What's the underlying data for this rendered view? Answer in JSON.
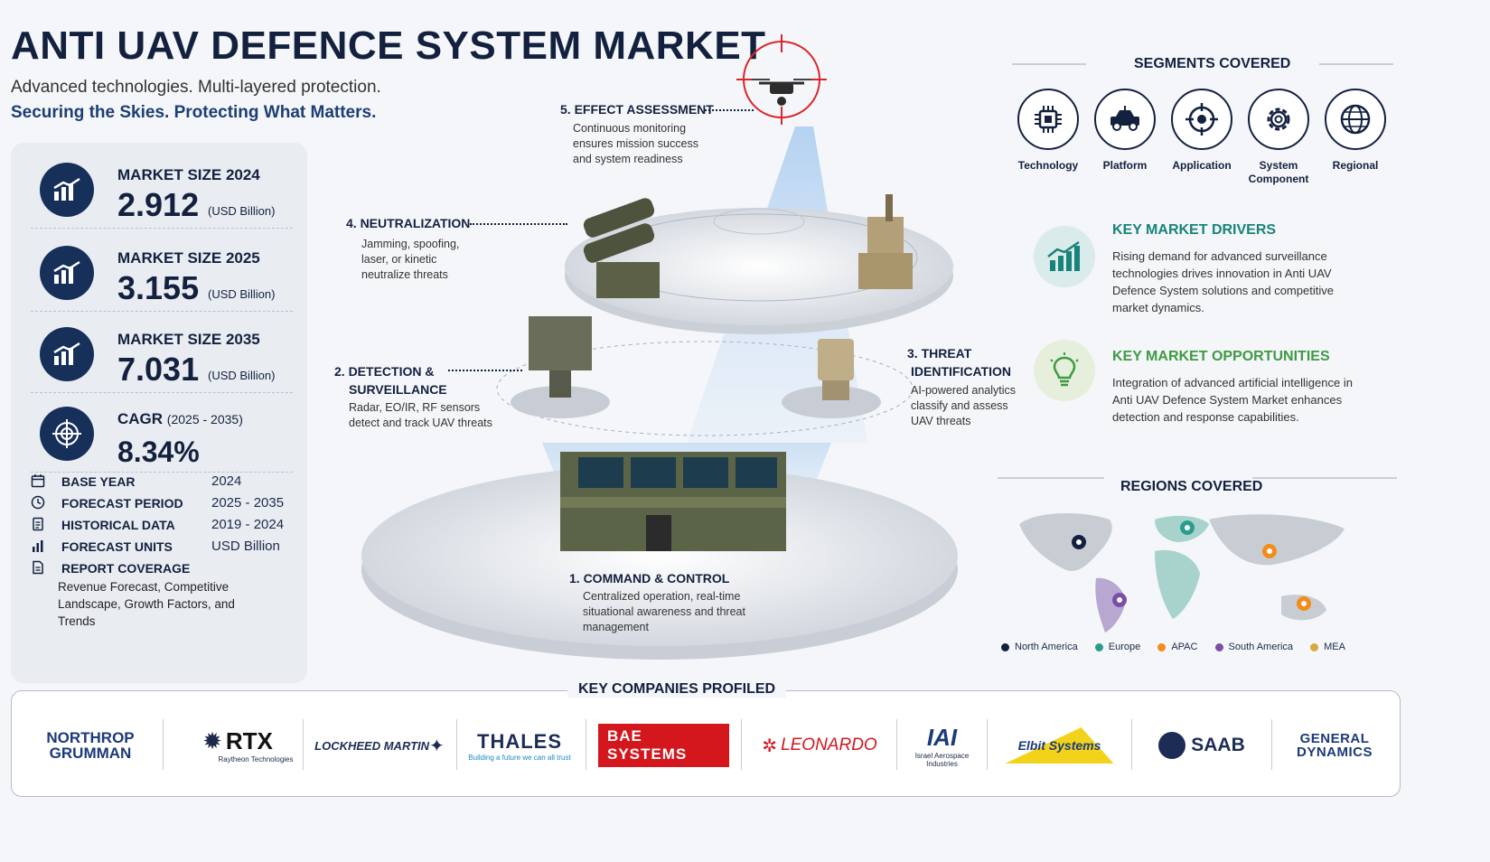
{
  "header": {
    "title": "ANTI UAV DEFENCE SYSTEM MARKET",
    "subtitle1": "Advanced technologies. Multi-layered protection.",
    "subtitle2": "Securing the Skies. Protecting What Matters."
  },
  "metrics": [
    {
      "label": "MARKET SIZE 2024",
      "value": "2.912",
      "unit": "(USD Billion)"
    },
    {
      "label": "MARKET SIZE 2025",
      "value": "3.155",
      "unit": "(USD Billion)"
    },
    {
      "label": "MARKET SIZE 2035",
      "value": "7.031",
      "unit": "(USD Billion)"
    }
  ],
  "cagr": {
    "label": "CAGR",
    "period": "(2025 - 2035)",
    "value": "8.34%"
  },
  "report_info": [
    {
      "key": "BASE YEAR",
      "value": "2024",
      "icon": "calendar-icon"
    },
    {
      "key": "FORECAST PERIOD",
      "value": "2025 - 2035",
      "icon": "clock-icon"
    },
    {
      "key": "HISTORICAL DATA",
      "value": "2019 - 2024",
      "icon": "document-icon"
    },
    {
      "key": "FORECAST UNITS",
      "value": "USD Billion",
      "icon": "bar-chart-icon"
    },
    {
      "key": "REPORT COVERAGE",
      "value": "",
      "icon": "report-icon"
    }
  ],
  "report_coverage_text": "Revenue Forecast, Competitive Landscape, Growth Factors, and Trends",
  "steps": [
    {
      "title": "5. EFFECT ASSESSMENT",
      "desc": "Continuous monitoring ensures mission success and system readiness"
    },
    {
      "title": "4. NEUTRALIZATION",
      "desc": "Jamming, spoofing, laser, or kinetic neutralize threats"
    },
    {
      "title": "2. DETECTION & SURVEILLANCE",
      "title_line1": "2. DETECTION &",
      "title_line2": "SURVEILLANCE",
      "desc": "Radar, EO/IR, RF sensors detect and track UAV threats"
    },
    {
      "title": "3. THREAT IDENTIFICATION",
      "title_line1": "3. THREAT",
      "title_line2": "IDENTIFICATION",
      "desc": "AI-powered analytics classify and assess UAV threats"
    },
    {
      "title": "1. COMMAND & CONTROL",
      "desc": "Centralized operation, real-time situational awareness and threat management"
    }
  ],
  "segments": {
    "title": "SEGMENTS COVERED",
    "items": [
      {
        "label": "Technology",
        "icon": "chip-icon"
      },
      {
        "label": "Platform",
        "icon": "vehicle-icon"
      },
      {
        "label": "Application",
        "icon": "target-icon"
      },
      {
        "label": "System Component",
        "label_line1": "System",
        "label_line2": "Component",
        "icon": "gear-icon"
      },
      {
        "label": "Regional",
        "icon": "globe-icon"
      }
    ]
  },
  "drivers": {
    "title": "KEY MARKET DRIVERS",
    "text": "Rising demand for advanced surveillance technologies drives innovation in Anti UAV Defence System solutions and competitive market dynamics."
  },
  "opportunities": {
    "title": "KEY MARKET OPPORTUNITIES",
    "text": "Integration of advanced artificial intelligence in Anti UAV Defence System Market enhances detection and response capabilities."
  },
  "regions": {
    "title": "REGIONS COVERED",
    "items": [
      {
        "name": "North America",
        "color": "#13213f"
      },
      {
        "name": "Europe",
        "color": "#2a9d8f"
      },
      {
        "name": "APAC",
        "color": "#f28c1b"
      },
      {
        "name": "South America",
        "color": "#7b4fa3"
      },
      {
        "name": "MEA",
        "color": "#d8a93a"
      }
    ]
  },
  "companies": {
    "title": "KEY COMPANIES PROFILED",
    "items": [
      {
        "name_line1": "NORTHROP",
        "name_line2": "GRUMMAN"
      },
      {
        "name": "RTX",
        "sub": "Raytheon Technologies"
      },
      {
        "name": "LOCKHEED MARTIN"
      },
      {
        "name": "THALES",
        "sub": "Building a future we can all trust"
      },
      {
        "name": "BAE SYSTEMS"
      },
      {
        "name": "LEONARDO"
      },
      {
        "name": "IAI",
        "sub": "Israel Aerospace Industries"
      },
      {
        "name": "Elbit Systems"
      },
      {
        "name": "SAAB"
      },
      {
        "name_line1": "GENERAL",
        "name_line2": "DYNAMICS"
      }
    ]
  }
}
